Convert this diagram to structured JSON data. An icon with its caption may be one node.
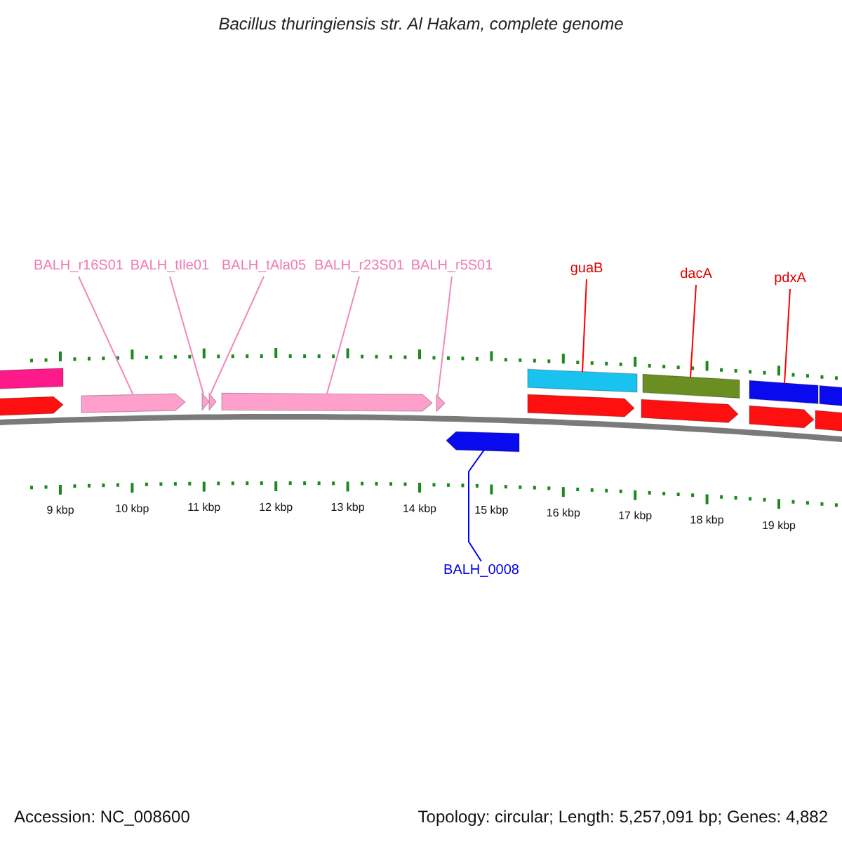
{
  "diagram": {
    "title": "Bacillus thuringiensis str. Al Hakam, complete genome",
    "nodes": [
      {
        "text": [
          "BALH_r16S01"
        ]
      },
      {
        "text": [
          "BALH_tIle01"
        ]
      },
      {
        "text": [
          "BALH_tAla05"
        ]
      },
      {
        "text": [
          "BALH_r23S01"
        ]
      },
      {
        "text": [
          "BALH_r5S01"
        ]
      },
      {
        "text": [
          "guaB"
        ]
      },
      {
        "text": [
          "dacA"
        ]
      },
      {
        "text": [
          "pdxA"
        ]
      },
      {
        "text": [
          "BALH_0008"
        ]
      },
      {
        "text": [],
        "shape": "bar"
      },
      {
        "text": [],
        "shape": "arrow"
      },
      {
        "text": [],
        "shape": "arrow"
      },
      {
        "text": [],
        "shape": "arrow"
      },
      {
        "text": [],
        "shape": "arrow"
      },
      {
        "text": [],
        "shape": "arrow"
      },
      {
        "text": [],
        "shape": "arrow"
      },
      {
        "text": [],
        "shape": "arrow"
      },
      {
        "text": [],
        "shape": "bar"
      },
      {
        "text": [],
        "shape": "arrow"
      },
      {
        "text": [],
        "shape": "bar"
      },
      {
        "text": [],
        "shape": "arrow"
      },
      {
        "text": [],
        "shape": "bar"
      },
      {
        "text": [],
        "shape": "arrow"
      },
      {
        "text": [],
        "shape": "bar"
      },
      {
        "text": [],
        "shape": "arrow"
      }
    ],
    "edges": [
      {
        "from": 0,
        "to": 11,
        "arrow": "none"
      },
      {
        "from": 1,
        "to": 12,
        "arrow": "none"
      },
      {
        "from": 2,
        "to": 13,
        "arrow": "none"
      },
      {
        "from": 3,
        "to": 14,
        "arrow": "none"
      },
      {
        "from": 4,
        "to": 15,
        "arrow": "none"
      },
      {
        "from": 5,
        "to": 17,
        "arrow": "none",
        "color": "#ff0000"
      },
      {
        "from": 6,
        "to": 19,
        "arrow": "none",
        "color": "#ff0000"
      },
      {
        "from": 7,
        "to": 21,
        "arrow": "none",
        "color": "#ff0000"
      },
      {
        "from": 8,
        "to": 16,
        "arrow": "none",
        "color": "#0000ff"
      }
    ],
    "labels": [
      "9 kbp",
      "10 kbp",
      "11 kbp",
      "12 kbp",
      "13 kbp",
      "14 kbp",
      "15 kbp",
      "16 kbp",
      "17 kbp",
      "18 kbp",
      "19 kbp",
      "Accession: NC_008600",
      "Topology: circular; Length: 5,257,091 bp; Genes: 4,882"
    ]
  }
}
